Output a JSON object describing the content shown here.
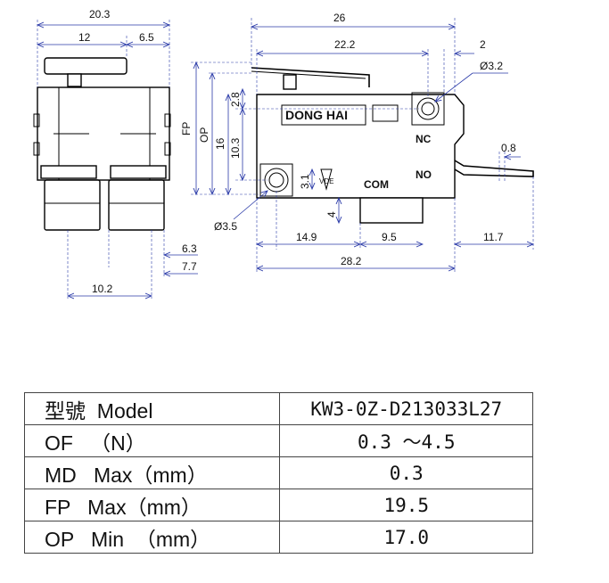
{
  "drawing": {
    "brand_label": "DONG HAI",
    "terminal_nc": "NC",
    "terminal_no": "NO",
    "terminal_com": "COM",
    "cert_mark": "VDE",
    "dimensions": {
      "width_total_side": "20.3",
      "width_12": "12",
      "width_6_5": "6.5",
      "length_26": "26",
      "length_22_2": "22.2",
      "offset_2": "2",
      "hole_3_2": "Ø3.2",
      "hole_3_5": "Ø3.5",
      "fp_label": "FP",
      "op_label": "OP",
      "height_16": "16",
      "height_10_3": "10.3",
      "height_2_8": "2.8",
      "height_3_1": "3.1",
      "depth_4": "4",
      "thick_0_8": "0.8",
      "pitch_14_9": "14.9",
      "pitch_9_5": "9.5",
      "terminal_11_7": "11.7",
      "length_28_2": "28.2",
      "side_6_3": "6.3",
      "side_7_7": "7.7",
      "side_10_2": "10.2"
    }
  },
  "spec_table": {
    "rows": [
      {
        "param": "型號  Model",
        "value": "KW3-0Z-D213033L27"
      },
      {
        "param": "OF   （N）",
        "value": "0.3 ～4.5"
      },
      {
        "param": "MD   Max（mm）",
        "value": "0.3"
      },
      {
        "param": "FP   Max（mm）",
        "value": "19.5"
      },
      {
        "param": "OP   Min  （mm）",
        "value": "17.0"
      }
    ]
  }
}
